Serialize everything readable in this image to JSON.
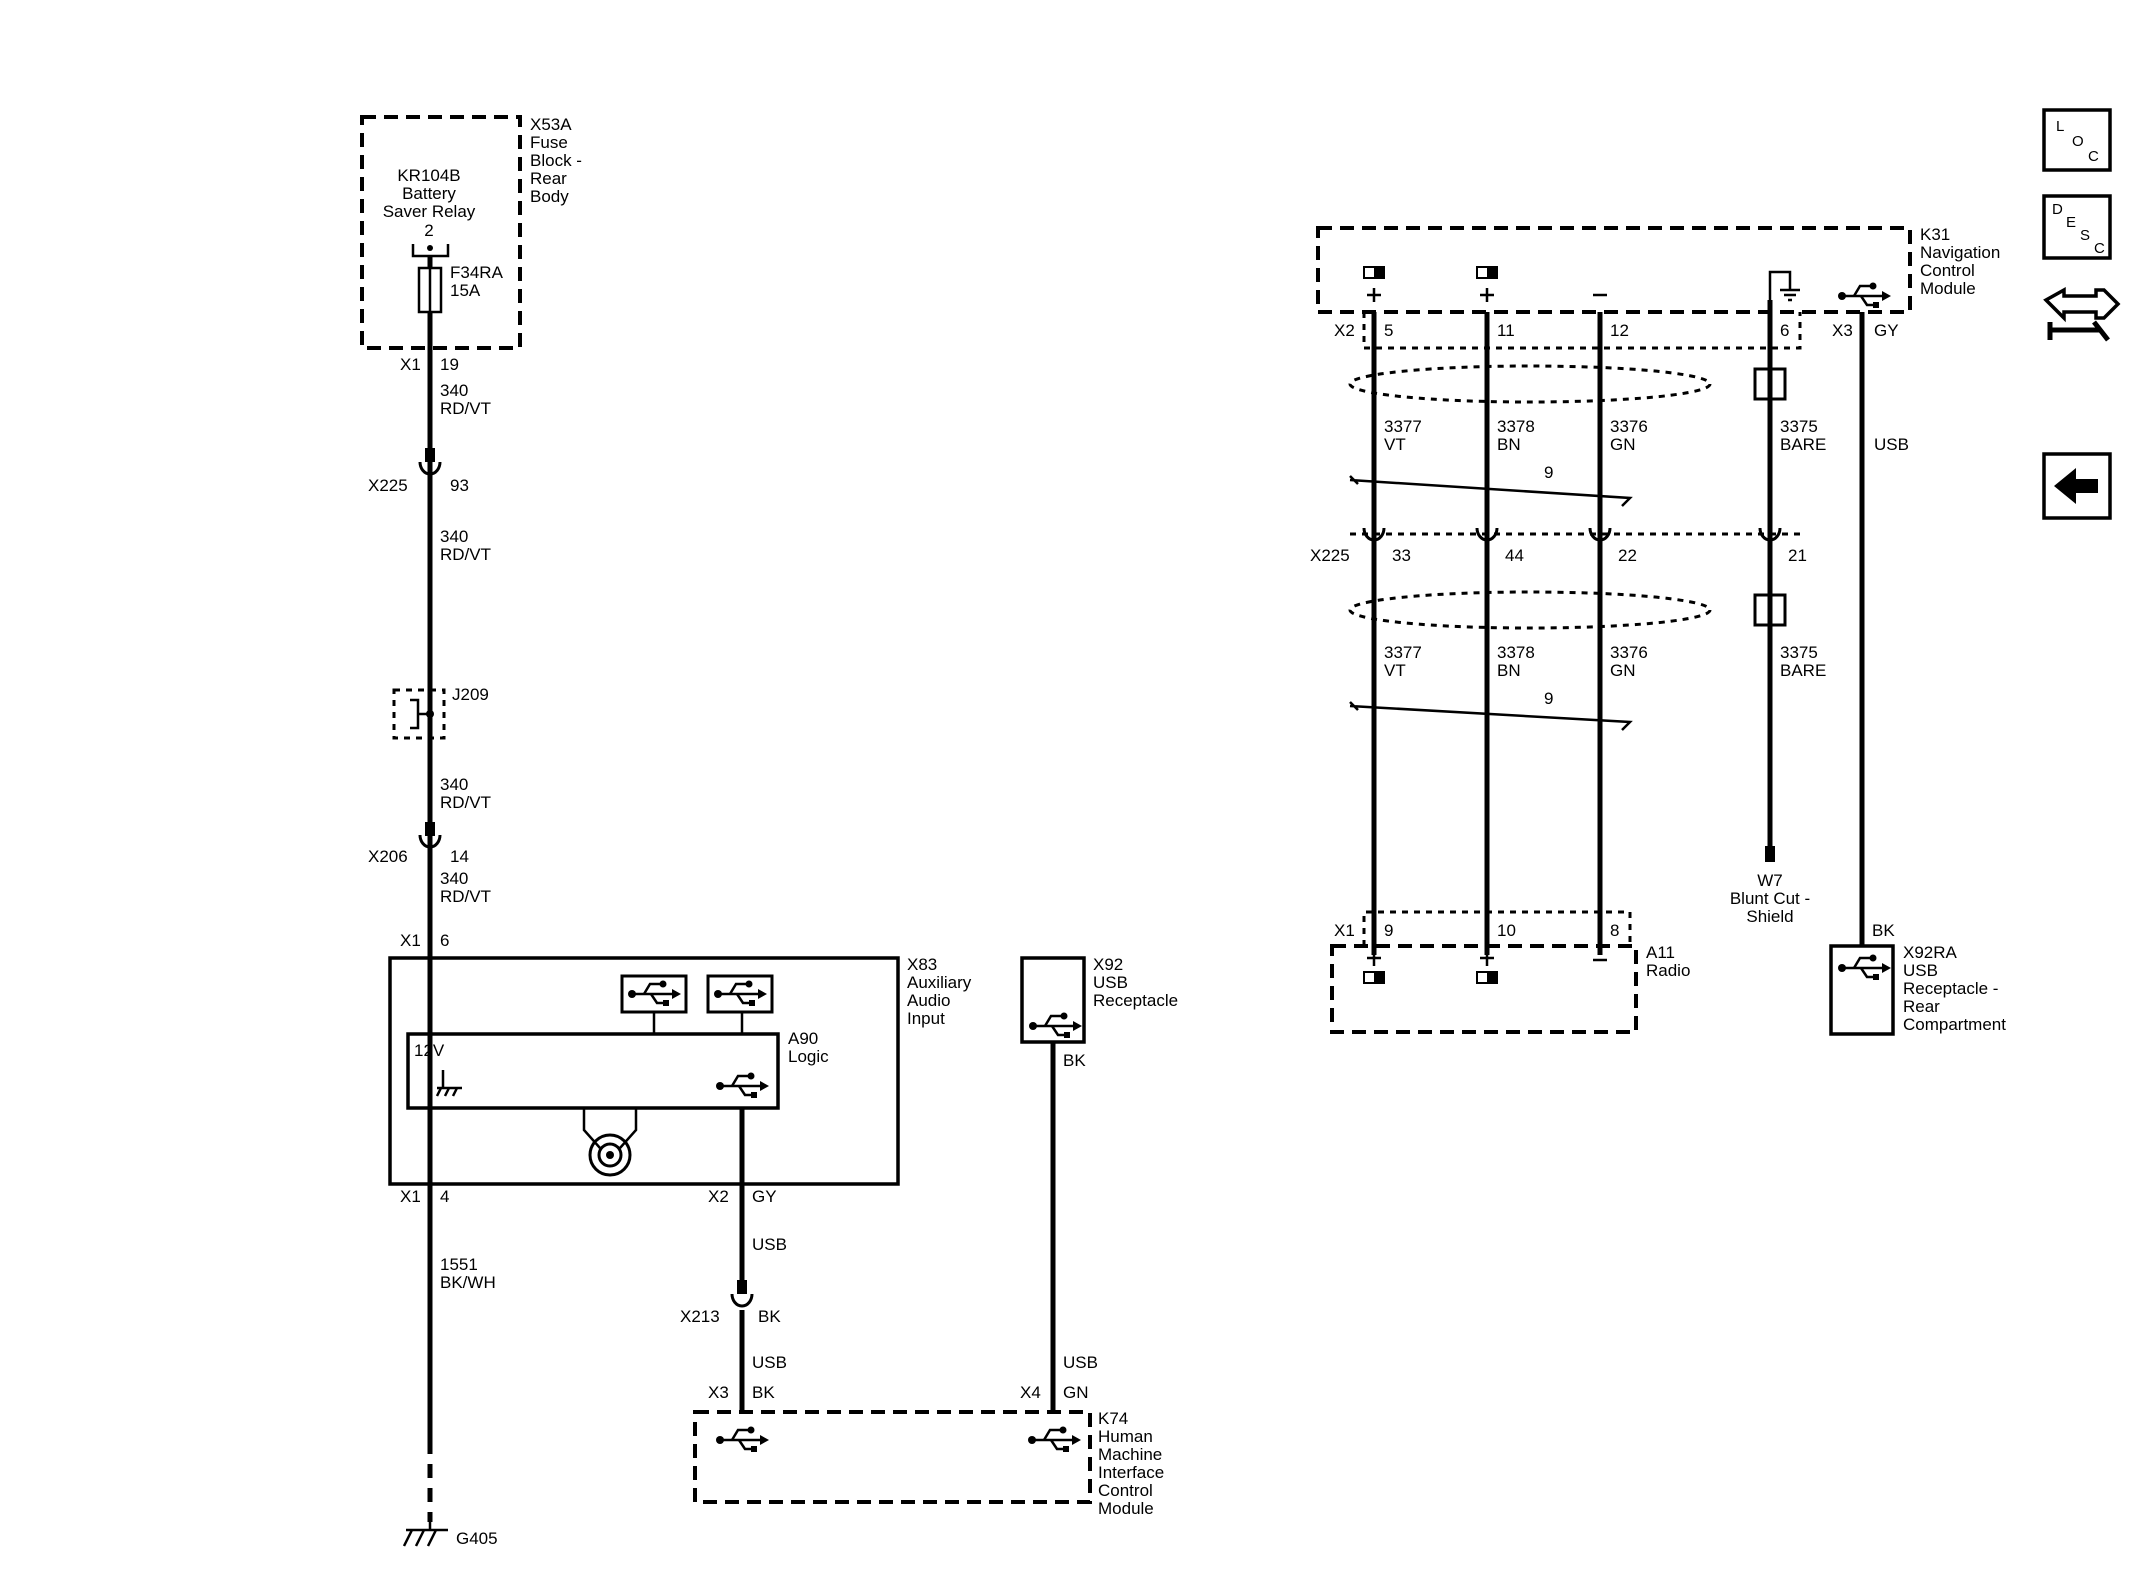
{
  "left": {
    "x53a": [
      "X53A",
      "Fuse",
      "Block -",
      "Rear",
      "Body"
    ],
    "kr104b": [
      "KR104B",
      "Battery",
      "Saver Relay"
    ],
    "relay_pin": "2",
    "fuse": [
      "F34RA",
      "15A"
    ],
    "x1_top": "X1",
    "pin_19": "19",
    "wire1": [
      "340",
      "RD/VT"
    ],
    "x225": "X225",
    "pin_93": "93",
    "wire2": [
      "340",
      "RD/VT"
    ],
    "j209": "J209",
    "wire3": [
      "340",
      "RD/VT"
    ],
    "x206": "X206",
    "pin_14": "14",
    "wire4": [
      "340",
      "RD/VT"
    ],
    "x1_mid": "X1",
    "pin_6": "6",
    "x83": [
      "X83",
      "Auxiliary",
      "Audio",
      "Input"
    ],
    "a90": [
      "A90",
      "Logic"
    ],
    "v12": "12V",
    "x1_bot": "X1",
    "pin_4": "4",
    "x2": "X2",
    "gy": "GY",
    "usb1": "USB",
    "wire5": [
      "1551",
      "BK/WH"
    ],
    "x213": "X213",
    "bk1": "BK",
    "usb2": "USB",
    "x3": "X3",
    "bk2": "BK",
    "x4": "X4",
    "gn": "GN",
    "k74": [
      "K74",
      "Human",
      "Machine",
      "Interface",
      "Control",
      "Module"
    ],
    "x92": [
      "X92",
      "USB",
      "Receptacle"
    ],
    "bk3": "BK",
    "usb3": "USB",
    "g405": "G405"
  },
  "right": {
    "k31": [
      "K31",
      "Navigation",
      "Control",
      "Module"
    ],
    "x2": "X2",
    "pins_top": [
      "5",
      "11",
      "12",
      "6"
    ],
    "x3": "X3",
    "gy": "GY",
    "w_vt": [
      "3377",
      "VT"
    ],
    "w_bn": [
      "3378",
      "BN"
    ],
    "w_gn": [
      "3376",
      "GN"
    ],
    "w_bare": [
      "3375",
      "BARE"
    ],
    "usb": "USB",
    "twist": "9",
    "x225": "X225",
    "pins_mid": [
      "33",
      "44",
      "22",
      "21"
    ],
    "w_vt2": [
      "3377",
      "VT"
    ],
    "w_bn2": [
      "3378",
      "BN"
    ],
    "w_gn2": [
      "3376",
      "GN"
    ],
    "w_bare2": [
      "3375",
      "BARE"
    ],
    "twist2": "9",
    "w7": [
      "W7",
      "Blunt Cut -",
      "Shield"
    ],
    "x1": "X1",
    "pins_bot": [
      "9",
      "10",
      "8"
    ],
    "a11": [
      "A11",
      "Radio"
    ],
    "bk": "BK",
    "x92ra": [
      "X92RA",
      "USB",
      "Receptacle -",
      "Rear",
      "Compartment"
    ]
  },
  "nav": {
    "loc": [
      "L",
      "O",
      "C"
    ],
    "desc": [
      "D",
      "E",
      "S",
      "C"
    ]
  }
}
